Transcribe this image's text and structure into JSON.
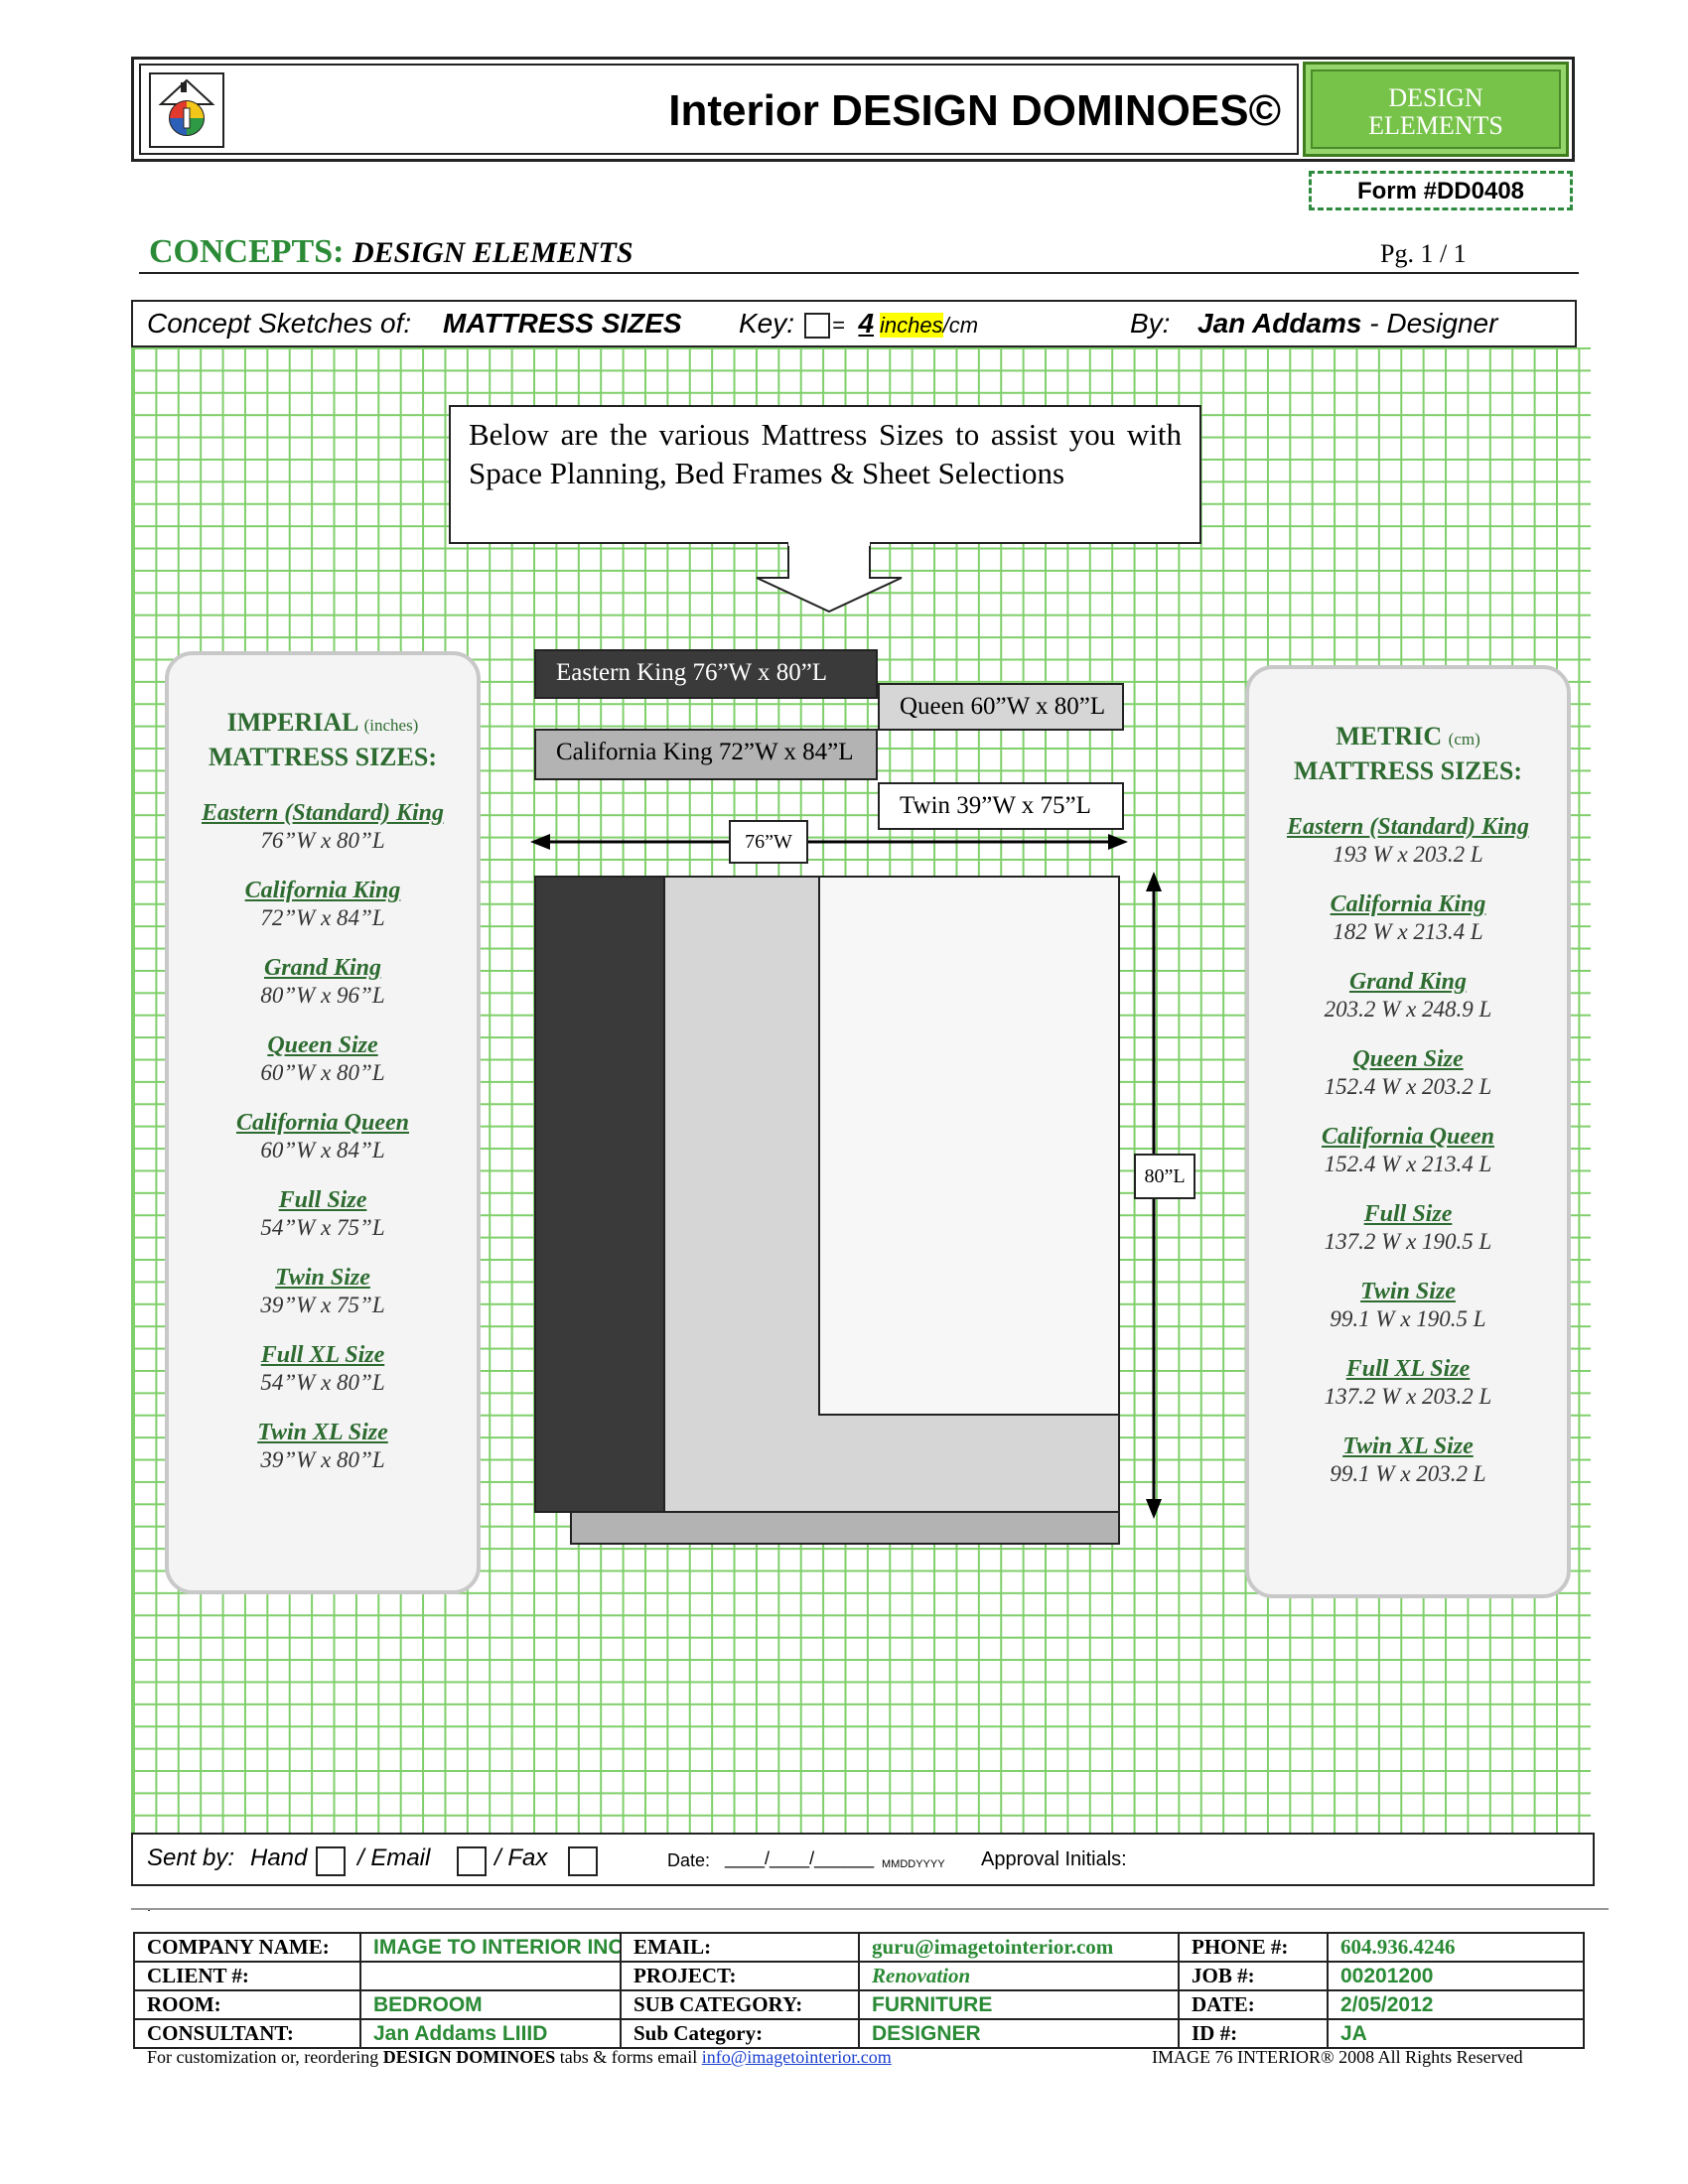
{
  "header": {
    "title": "Interior DESIGN DOMINOES©",
    "badge": [
      "DESIGN",
      "ELEMENTS"
    ],
    "form_number": "Form #DD0408",
    "logo": "design-dominoes-logo-icon"
  },
  "concepts": {
    "label": "CONCEPTS:",
    "subject": "DESIGN ELEMENTS",
    "page": "Pg. 1 / 1"
  },
  "sketch": {
    "prefix": "Concept Sketches of:",
    "subject": "MATTRESS SIZES",
    "key_label": "Key:",
    "key_equals": "=",
    "key_value": "4",
    "key_units_highlight": "inches",
    "key_units_rest": "/cm",
    "by_label": "By:",
    "designer_name": "Jan Addams",
    "designer_role": "- Designer"
  },
  "callout": "Below are the various Mattress Sizes to assist you with Space Planning, Bed Frames & Sheet Selections",
  "imperial": {
    "heading": "IMPERIAL",
    "heading_unit": "(inches)",
    "heading2": "MATTRESS SIZES:",
    "items": [
      {
        "name": "Eastern (Standard) King",
        "dim": "76”W x 80”L"
      },
      {
        "name": "California King",
        "dim": "72”W x 84”L"
      },
      {
        "name": "Grand King",
        "dim": "80”W x 96”L"
      },
      {
        "name": "Queen Size",
        "dim": "60”W x 80”L"
      },
      {
        "name": "California Queen",
        "dim": "60”W x 84”L"
      },
      {
        "name": "Full Size",
        "dim": "54”W x 75”L"
      },
      {
        "name": "Twin Size",
        "dim": "39”W x 75”L"
      },
      {
        "name": "Full XL Size",
        "dim": "54”W x 80”L"
      },
      {
        "name": "Twin XL Size",
        "dim": "39”W x 80”L"
      }
    ]
  },
  "metric": {
    "heading": "METRIC",
    "heading_unit": "(cm)",
    "heading2": "MATTRESS SIZES:",
    "items": [
      {
        "name": "Eastern (Standard) King",
        "dim": "193 W x 203.2 L"
      },
      {
        "name": "California King",
        "dim": "182 W x 213.4 L"
      },
      {
        "name": "Grand King",
        "dim": "203.2 W x 248.9 L"
      },
      {
        "name": "Queen Size",
        "dim": "152.4 W x 203.2 L"
      },
      {
        "name": "California Queen",
        "dim": "152.4 W x 213.4 L"
      },
      {
        "name": "Full Size",
        "dim": "137.2 W x 190.5 L"
      },
      {
        "name": "Twin Size",
        "dim": "99.1 W x 190.5 L"
      },
      {
        "name": "Full XL Size",
        "dim": "137.2 W x 203.2 L"
      },
      {
        "name": "Twin XL Size",
        "dim": "99.1 W x 203.2 L"
      }
    ]
  },
  "diagram": {
    "labels": {
      "eastern_king": "Eastern King 76”W x 80”L",
      "queen": "Queen 60”W x 80”L",
      "california_king": "California King 72”W x 84”L",
      "twin": "Twin 39”W x 75”L"
    },
    "width_label": "76”W",
    "length_label": "80”L",
    "colors": {
      "eastern_king": "#3a3a3a",
      "california_king": "#b3b3b3",
      "queen": "#d6d6d6",
      "twin": "#f7f7f7"
    }
  },
  "sent": {
    "label": "Sent by:",
    "hand": "Hand",
    "email": "/ Email",
    "fax": "/ Fax",
    "date_label": "Date:",
    "date_blank": "____/____/______",
    "date_format": "MMDDYYYY",
    "approval": "Approval Initials:"
  },
  "info": {
    "rows": [
      [
        "COMPANY NAME:",
        "IMAGE TO INTERIOR INC.",
        "EMAIL:",
        "guru@imagetointerior.com",
        "PHONE #:",
        "604.936.4246"
      ],
      [
        "CLIENT #:",
        "",
        "PROJECT:",
        "Renovation",
        "JOB #:",
        "00201200"
      ],
      [
        "ROOM:",
        "BEDROOM",
        "SUB CATEGORY:",
        "FURNITURE",
        "DATE:",
        "2/05/2012"
      ],
      [
        "CONSULTANT:",
        "Jan Addams LIIID",
        "Sub Category:",
        "DESIGNER",
        "ID #:",
        "JA"
      ]
    ]
  },
  "footer": {
    "left_pre": "For customization or, reordering ",
    "left_bold": "DESIGN DOMINOES",
    "left_post": " tabs & forms email ",
    "link": "info@imagetointerior.com",
    "right": "IMAGE 76 INTERIOR® 2008     All Rights Reserved"
  },
  "misc": {
    "dot": "."
  }
}
